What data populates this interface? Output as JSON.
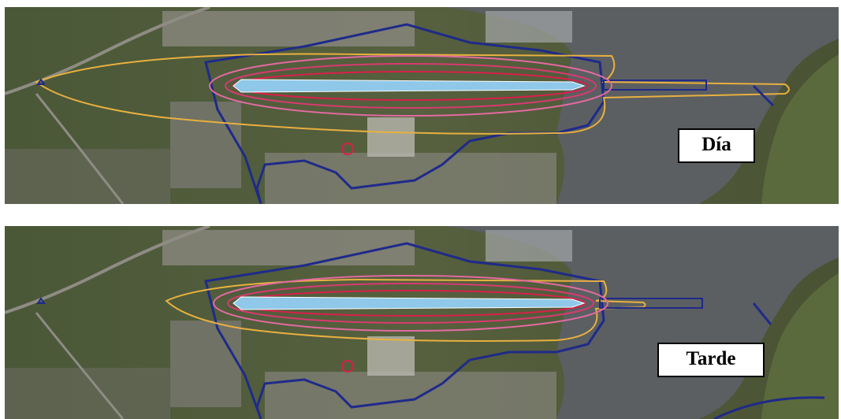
{
  "maps": [
    {
      "id": "top",
      "label": "Día"
    },
    {
      "id": "bottom",
      "label": "Tarde"
    }
  ],
  "colors": {
    "land_dark": "#3c4a2e",
    "land_mid": "#5d6a45",
    "water": "#565a5c",
    "urban": "#9a968e",
    "boundary": "#1f2a8a",
    "contour_outer": "#e8b040",
    "contour_mid": "#e26aa0",
    "contour_inner": "#d8204a",
    "runway": "#8fc8e8"
  }
}
